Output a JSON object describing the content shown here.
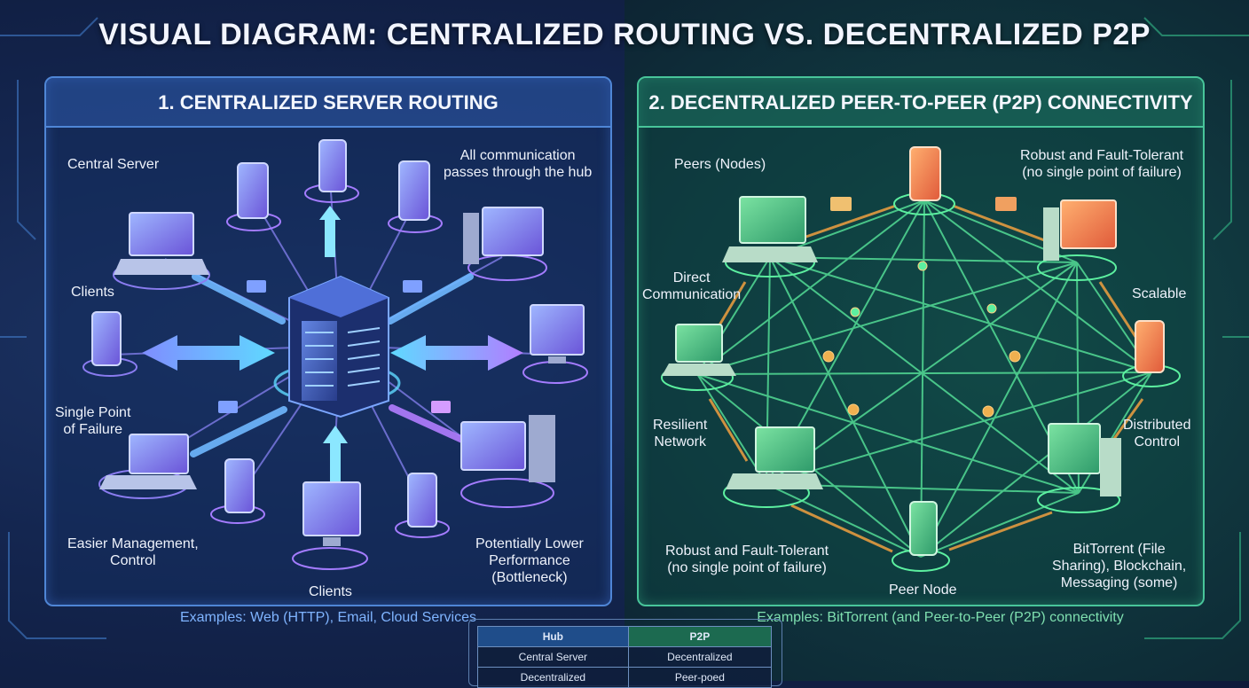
{
  "title": "VISUAL DIAGRAM: CENTRALIZED ROUTING VS. DECENTRALIZED P2P",
  "left_panel": {
    "heading": "1. CENTRALIZED SERVER ROUTING",
    "labels": {
      "central_server": "Central Server",
      "all_comm": "All communication\npasses through the hub",
      "clients_top": "Clients",
      "single_point": "Single Point\nof Failure",
      "easier_mgmt": "Easier Management,\nControl",
      "clients_bottom": "Clients",
      "lower_perf": "Potentially Lower\nPerformance\n(Bottleneck)"
    },
    "examples": "Examples: Web (HTTP), Email, Cloud Services"
  },
  "right_panel": {
    "heading": "2. DECENTRALIZED PEER-TO-PEER (P2P) CONNECTIVITY",
    "labels": {
      "peers": "Peers (Nodes)",
      "robust_top": "Robust and Fault-Tolerant\n(no single point of failure)",
      "direct": "Direct\nCommunication",
      "scalable": "Scalable",
      "resilient": "Resilient\nNetwork",
      "distributed": "Distributed\nControl",
      "robust_bottom": "Robust and Fault-Tolerant\n(no single point of failure)",
      "peer_node": "Peer Node",
      "bittorrent": "BitTorrent (File\nSharing), Blockchain,\nMessaging (some)"
    },
    "examples": "Examples: BitTorrent (and Peer-to-Peer (P2P) connectivity"
  },
  "comparison": {
    "headers": [
      "Hub",
      "P2P"
    ],
    "rows": [
      [
        "Central Server",
        "Decentralized"
      ],
      [
        "Decentralized",
        "Peer-poed"
      ]
    ]
  },
  "colors": {
    "left_accent": "#4f86d6",
    "right_accent": "#48c59a",
    "link_green": "#5cf0a0",
    "flow_orange": "#f0a040"
  }
}
